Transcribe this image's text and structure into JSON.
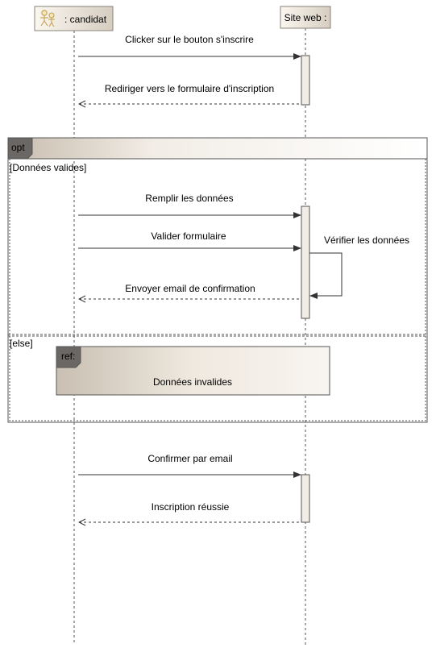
{
  "lifelines": {
    "candidat": {
      "label": ": candidat",
      "icon": "actor-icon"
    },
    "site": {
      "label": "Site web :"
    }
  },
  "messages": {
    "m1": "Clicker sur le bouton s'inscrire",
    "m2": "Rediriger vers le formulaire d'inscription",
    "m3": "Remplir les données",
    "m4": "Valider formulaire",
    "m5": "Vérifier les données",
    "m6": "Envoyer email de confirmation",
    "m7": "Confirmer par email",
    "m8": "Inscription réussie"
  },
  "fragment": {
    "operator": "opt",
    "guard1": "[Données valides]",
    "guard2": "[else]"
  },
  "ref": {
    "tag": "ref:",
    "label": "Données invalides"
  },
  "colors": {
    "header_start": "#f3efe5",
    "header_end": "#d8cfc2",
    "tab": "#6e6a66",
    "line": "#333333"
  }
}
